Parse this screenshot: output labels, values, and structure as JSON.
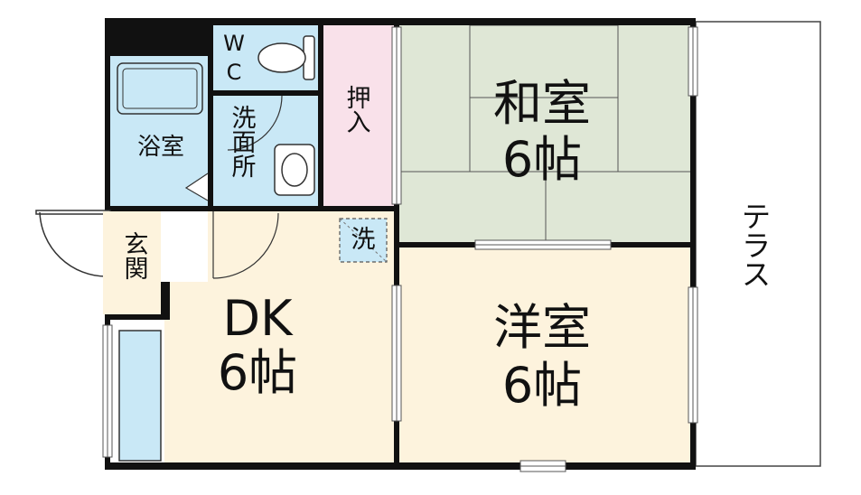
{
  "rooms": {
    "wc": {
      "label_1": "W",
      "label_2": "C",
      "fill": "#c9e8f6"
    },
    "bath": {
      "label": "浴室",
      "fill": "#c9e8f6"
    },
    "washroom": {
      "chars": [
        "洗",
        "面",
        "所"
      ],
      "fill": "#c9e8f6"
    },
    "closet": {
      "chars": [
        "押",
        "入"
      ],
      "fill": "#f9e1ea"
    },
    "washitsu": {
      "name": "和室",
      "size": "6帖",
      "fill": "#dfe7d6"
    },
    "youshitsu": {
      "name": "洋室",
      "size": "6帖",
      "fill": "#fdf3dd"
    },
    "dk": {
      "name": "DK",
      "size": "6帖",
      "fill": "#fdf3dd"
    },
    "entrance": {
      "chars": [
        "玄",
        "関"
      ],
      "fill": "#fdf3dd"
    },
    "terrace": {
      "chars": [
        "テ",
        "ラ",
        "ス"
      ]
    }
  },
  "washer_space": {
    "label": "洗",
    "fill": "#c9e8f6"
  },
  "colors": {
    "wall": "#111111",
    "fixture_stroke": "#333333"
  }
}
